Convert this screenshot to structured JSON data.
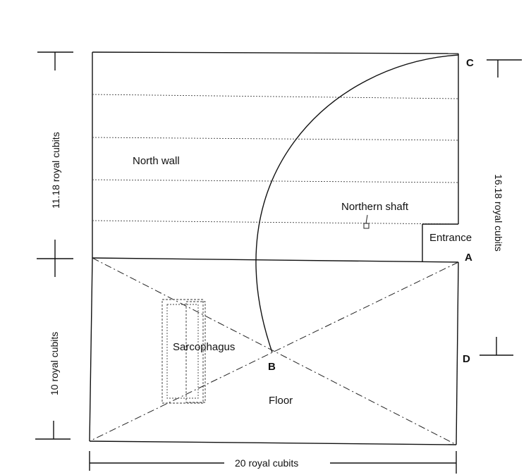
{
  "labels": {
    "north_wall": "North wall",
    "northern_shaft": "Northern shaft",
    "entrance": "Entrance",
    "sarcophagus": "Sarcophagus",
    "floor": "Floor"
  },
  "points": {
    "a": "A",
    "b": "B",
    "c": "C",
    "d": "D"
  },
  "dimensions": {
    "wall_height": "11.18 royal cubits",
    "floor_width": "10 royal cubits",
    "floor_length": "20 royal cubits",
    "diagonal": "16.18 royal cubits"
  }
}
